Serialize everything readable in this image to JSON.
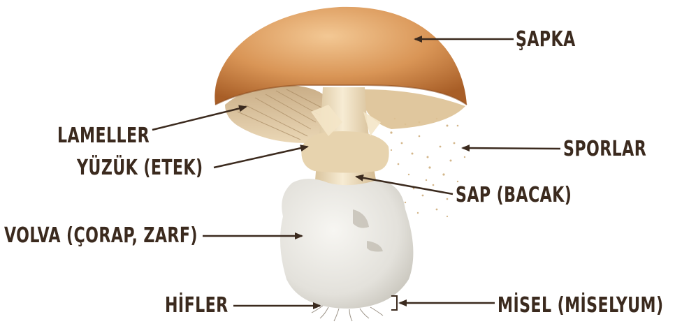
{
  "labels": {
    "cap": "ŞAPKA",
    "gills": "LAMELLER",
    "spores": "SPORLAR",
    "ring": "YÜZÜK (ETEK)",
    "stem": "SAP (BACAK)",
    "volva": "VOLVA (ÇORAP, ZARF)",
    "hyphae": "HİFLER",
    "mycelium": "MİSEL (MİSELYUM)"
  },
  "colors": {
    "label_text": "#3b2a1e",
    "arrow": "#3b2a1e",
    "cap_light": "#e8b27a",
    "cap_dark": "#b86a2e",
    "gills": "#d9c3a3",
    "stem": "#f1e3c6",
    "volva": "#e9e7e2",
    "spores": "#c9a56e"
  }
}
